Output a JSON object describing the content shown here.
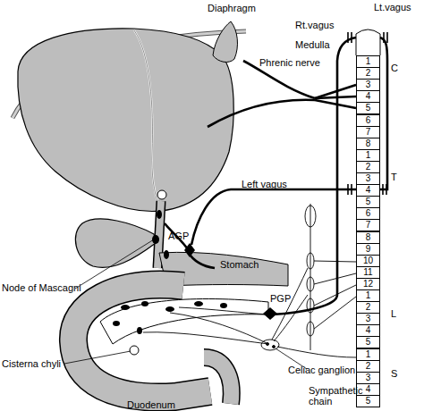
{
  "diagram": {
    "nodes": [
      {
        "text": [
          "1"
        ]
      },
      {
        "text": [
          "2"
        ]
      },
      {
        "text": [
          "3"
        ]
      },
      {
        "text": [
          "4"
        ]
      },
      {
        "text": [
          "5"
        ]
      },
      {
        "text": [
          "6"
        ]
      },
      {
        "text": [
          "7"
        ]
      },
      {
        "text": [
          "8"
        ]
      },
      {
        "text": [
          "1"
        ]
      },
      {
        "text": [
          "2"
        ]
      },
      {
        "text": [
          "3"
        ]
      },
      {
        "text": [
          "4"
        ]
      },
      {
        "text": [
          "5"
        ]
      },
      {
        "text": [
          "6"
        ]
      },
      {
        "text": [
          "7"
        ]
      },
      {
        "text": [
          "8"
        ]
      },
      {
        "text": [
          "9"
        ]
      },
      {
        "text": [
          "10"
        ]
      },
      {
        "text": [
          "11"
        ]
      },
      {
        "text": [
          "12"
        ]
      },
      {
        "text": [
          "1"
        ]
      },
      {
        "text": [
          "2"
        ]
      },
      {
        "text": [
          "3"
        ]
      },
      {
        "text": [
          "4"
        ]
      },
      {
        "text": [
          "5"
        ]
      },
      {
        "text": [
          "1"
        ]
      },
      {
        "text": [
          "2"
        ]
      },
      {
        "text": [
          "3"
        ]
      },
      {
        "text": [
          "4"
        ]
      },
      {
        "text": [
          "5"
        ]
      }
    ],
    "labels": [
      "Diaphragm",
      "Lt.vagus",
      "Rt.vagus",
      "Medulla",
      "Phrenic nerve",
      "C",
      "T",
      "Left vagus",
      "AGP",
      "Stomach",
      "L",
      "Node of Mascagni",
      "PGP",
      "Celiac ganglion",
      "Sympathetic chain",
      "S",
      "Cisterna chyli",
      "Duodenum"
    ]
  }
}
